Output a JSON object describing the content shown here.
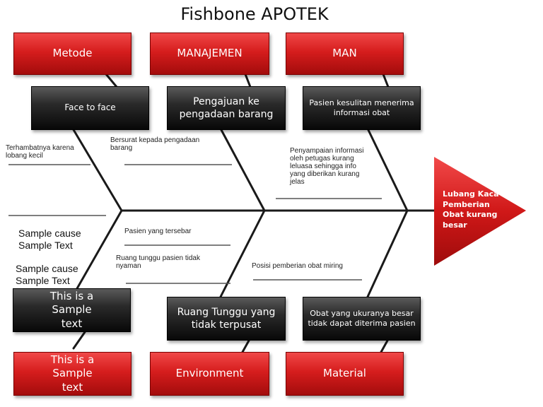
{
  "title": "Fishbone APOTEK",
  "effect": "Lubang Kaca Pemberian Obat kurang besar",
  "categories": {
    "top": [
      "Metode",
      "MANAJEMEN",
      "MAN"
    ],
    "bottom": [
      "This is a Sample text",
      "Environment",
      "Material"
    ]
  },
  "causes": {
    "top": [
      "Face to face",
      "Pengajuan ke pengadaan barang",
      "Pasien kesulitan menerima informasi obat"
    ],
    "bottom": [
      "This is a Sample text",
      "Ruang Tunggu yang tidak terpusat",
      "Obat yang ukuranya besar tidak dapat diterima pasien"
    ]
  },
  "notes": [
    "Terhambatnya karena lobang kecil",
    "Bersurat kepada pengadaan barang",
    "Penyampaian informasi oleh petugas kurang leluasa sehingga info yang diberikan kurang jelas",
    "Pasien yang tersebar",
    "Ruang tunggu pasien tidak nyaman",
    "Posisi pemberian obat miring"
  ],
  "samples": [
    "Sample cause Sample Text",
    "Sample cause Sample Text"
  ],
  "colors": {
    "category_red": "#d61d1d",
    "cause_dark": "#1a1a1a",
    "head_red": "#d01818",
    "bone": "#1a1a1a"
  }
}
